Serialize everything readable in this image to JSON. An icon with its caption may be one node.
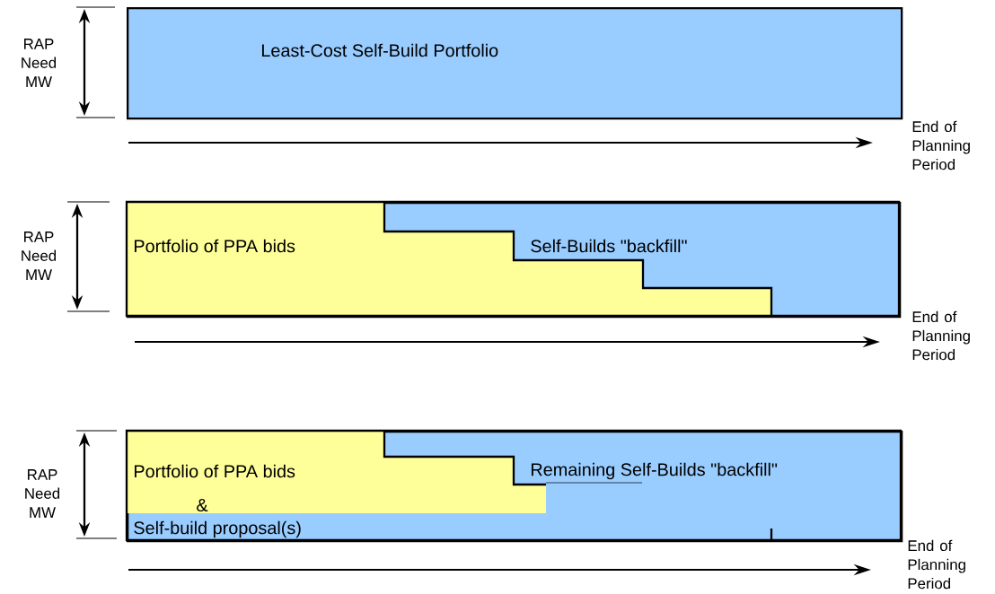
{
  "diagram": {
    "nodes": [
      {
        "text": [
          "Least-Cost Self-Build Portfolio"
        ]
      },
      {
        "text": [
          "Self-Builds \"backfill\""
        ]
      },
      {
        "text": [
          "Portfolio of PPA bids"
        ],
        "in": 1
      },
      {
        "text": [
          "Remaining Self-Builds \"backfill\"",
          "Self-build proposal(s)"
        ]
      },
      {
        "text": [
          "Portfolio of PPA bids",
          "&"
        ],
        "in": 3
      }
    ],
    "labels": [
      "RAP Need MW",
      "End of Planning Period",
      "RAP Need MW",
      "End of Planning Period",
      "RAP Need MW",
      "End of Planning Period"
    ]
  }
}
